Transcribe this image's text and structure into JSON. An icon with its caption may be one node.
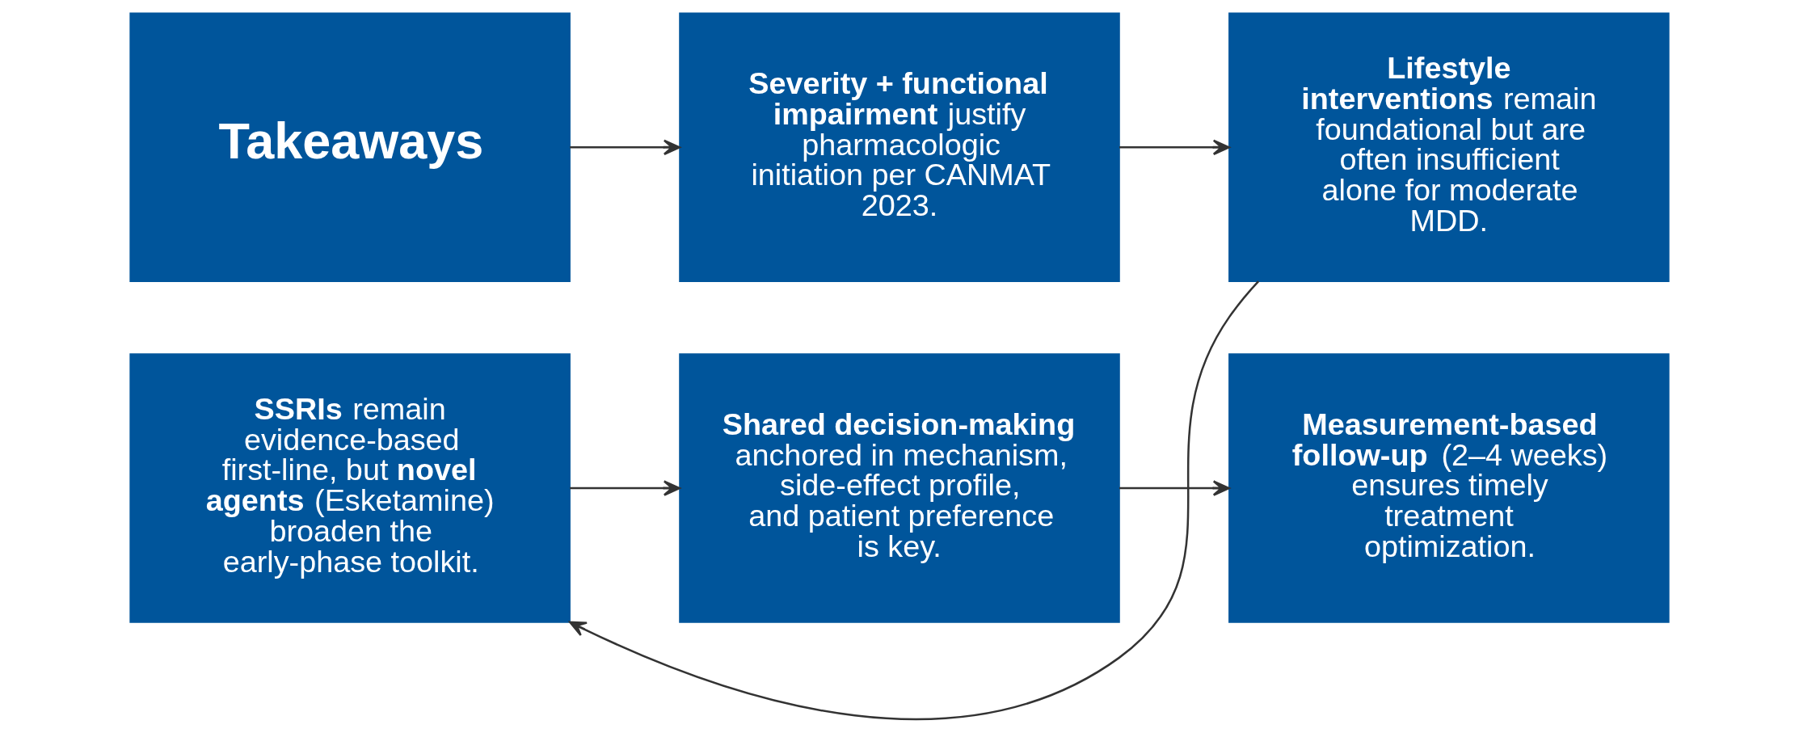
{
  "diagram": {
    "nodes": [
      {
        "text": [
          "Takeaways"
        ]
      },
      {
        "text": [
          "**Severity + functional impairment** justify pharmacologic initiation per CANMAT 2023."
        ]
      },
      {
        "text": [
          "**Lifestyle interventions** remain foundational but are often insufficient alone for moderate MDD."
        ]
      },
      {
        "text": [
          "**SSRIs** remain evidence-based first-line, but **novel agents** (Esketamine) broaden the early-phase toolkit."
        ]
      },
      {
        "text": [
          "**Shared decision-making** anchored in mechanism, side-effect profile, and patient preference is key."
        ]
      },
      {
        "text": [
          "**Measurement-based follow-up** (2–4 weeks) ensures timely treatment optimization."
        ]
      }
    ],
    "edges": [
      {
        "from": 0,
        "to": 1,
        "arrow": "to"
      },
      {
        "from": 1,
        "to": 2,
        "arrow": "to"
      },
      {
        "from": 2,
        "to": 3,
        "arrow": "to"
      },
      {
        "from": 3,
        "to": 4,
        "arrow": "to"
      },
      {
        "from": 4,
        "to": 5,
        "arrow": "to"
      }
    ]
  }
}
